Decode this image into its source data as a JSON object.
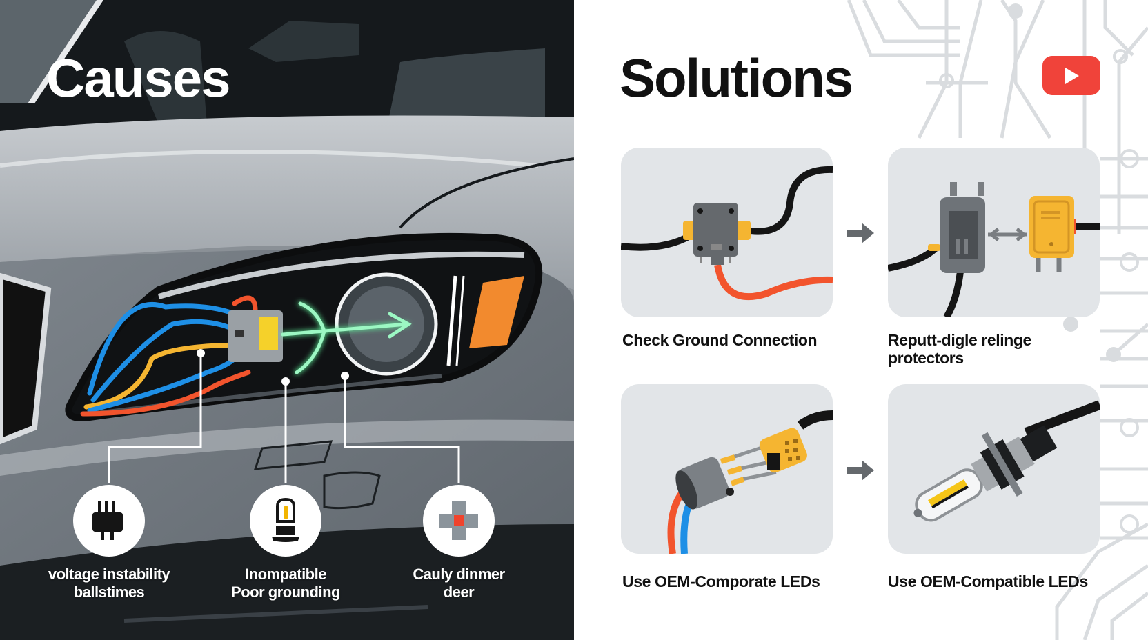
{
  "causes": {
    "title": "Causes",
    "items": [
      {
        "icon": "ballast-chip-icon",
        "label_line1": "voltage instability",
        "label_line2": "ballstimes"
      },
      {
        "icon": "bulb-icon",
        "label_line1": "Inompatible",
        "label_line2": "Poor grounding"
      },
      {
        "icon": "dimmer-cross-icon",
        "label_line1": "Cauly dinmer",
        "label_line2": "deer"
      }
    ]
  },
  "solutions": {
    "title": "Solutions",
    "cards": [
      {
        "illustration": "ground-connector-illustration",
        "label_line1": "Check Ground Connection",
        "label_line2": ""
      },
      {
        "illustration": "relay-protector-illustration",
        "label_line1": "Reputt-digle relinge",
        "label_line2": "protectors"
      },
      {
        "illustration": "wire-connector-illustration",
        "label_line1": "Use OEM-Comporate LEDs",
        "label_line2": ""
      },
      {
        "illustration": "led-bulb-illustration",
        "label_line1": "Use OEM-Compatible LEDs",
        "label_line2": ""
      }
    ]
  },
  "brand": {
    "icon": "youtube-play-icon"
  },
  "colors": {
    "accent_red": "#f0433a",
    "wire_blue": "#1e8fe6",
    "wire_orange": "#f2542d",
    "amber": "#f5b531",
    "glow_green": "#5ef09a",
    "card_bg": "#e2e5e8"
  }
}
